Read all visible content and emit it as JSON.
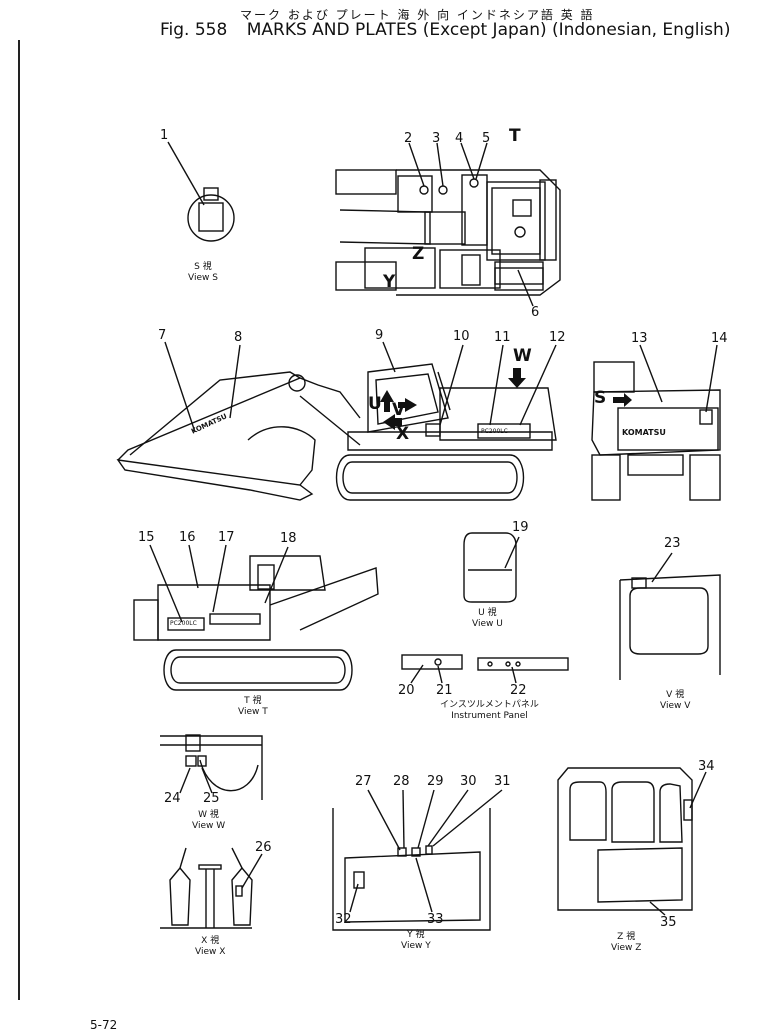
{
  "header": {
    "jp_title": "マーク および プレート 海 外 向 インドネシア語 英 語",
    "fig_label": "Fig. 558",
    "title": "MARKS AND PLATES (Except Japan) (Indonesian, English)"
  },
  "views": {
    "s": {
      "jp": "S 視",
      "en": "View S"
    },
    "u": {
      "jp": "U 視",
      "en": "View U"
    },
    "t": {
      "jp": "T 視",
      "en": "View T"
    },
    "v": {
      "jp": "V 視",
      "en": "View V"
    },
    "w": {
      "jp": "W 視",
      "en": "View W"
    },
    "x": {
      "jp": "X 視",
      "en": "View X"
    },
    "y": {
      "jp": "Y 視",
      "en": "View Y"
    },
    "z": {
      "jp": "Z 視",
      "en": "View Z"
    },
    "panel": {
      "jp": "インスツルメントパネル",
      "en": "Instrument Panel"
    }
  },
  "callouts": [
    "1",
    "2",
    "3",
    "4",
    "5",
    "6",
    "7",
    "8",
    "9",
    "10",
    "11",
    "12",
    "13",
    "14",
    "15",
    "16",
    "17",
    "18",
    "19",
    "20",
    "21",
    "22",
    "23",
    "24",
    "25",
    "26",
    "27",
    "28",
    "29",
    "30",
    "31",
    "32",
    "33",
    "34",
    "35"
  ],
  "view_letters": {
    "t": "T",
    "w": "W",
    "s": "S",
    "u": "U",
    "v": "V",
    "x": "X",
    "y": "Y",
    "z": "Z"
  },
  "plate_text": {
    "brand": "KOMATSU",
    "model": "PC200LC"
  },
  "footer": "5-72"
}
